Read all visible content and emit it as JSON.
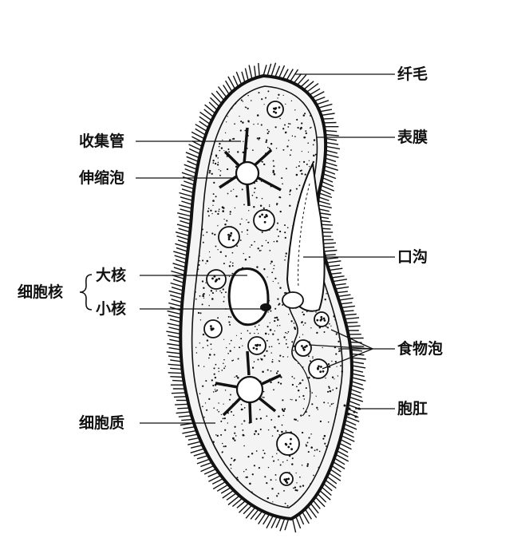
{
  "labels": {
    "cilia": "纤毛",
    "pellicle": "表膜",
    "oral_groove": "口沟",
    "food_vacuole": "食物泡",
    "anal_pore": "胞肛",
    "collecting_canal": "收集管",
    "contractile_vacuole": "伸缩泡",
    "nucleus_group": "细胞核",
    "macronucleus": "大核",
    "micronucleus": "小核",
    "cytoplasm": "细胞质"
  },
  "colors": {
    "ink": "#111111",
    "body_fill": "#f4f4f4",
    "background": "#ffffff"
  }
}
